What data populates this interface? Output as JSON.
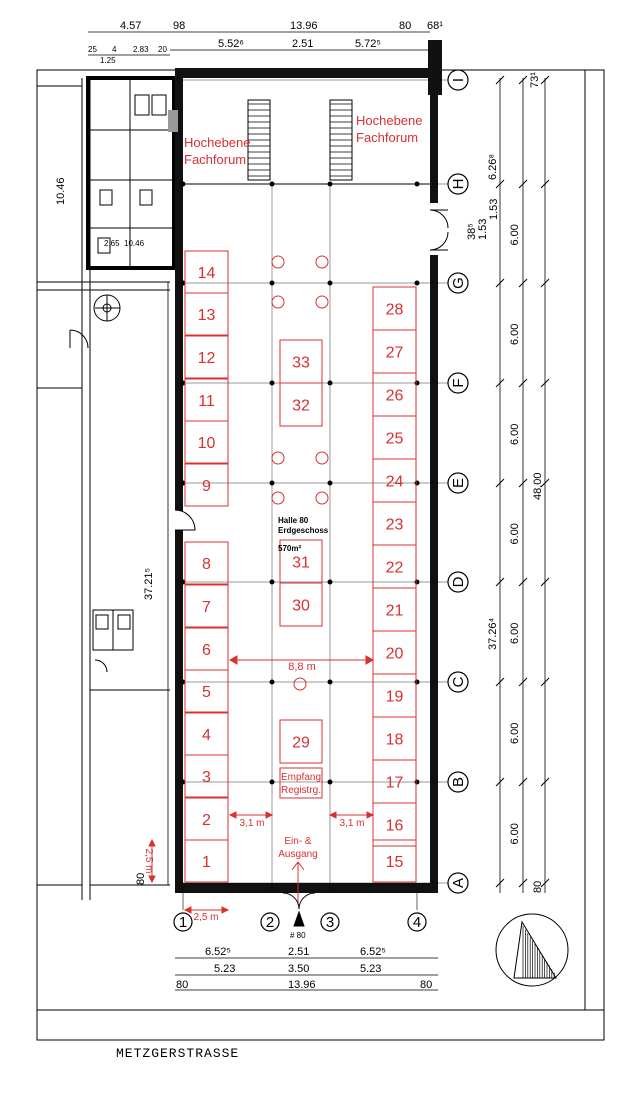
{
  "street": "METZGERSTRASSE",
  "colors": {
    "booth": "#d93030",
    "wall": "#111111",
    "line": "#000000"
  },
  "top_dims_row1": [
    "4.57",
    "98",
    "13.96",
    "80",
    "68¹"
  ],
  "top_dims_row2": [
    "5.52⁶",
    "2.51",
    "5.72⁵"
  ],
  "top_dims_small": [
    "25",
    "4",
    "2.83",
    "20",
    "1.25"
  ],
  "bottom_dims_row1": [
    "6.52⁵",
    "2.51",
    "6.52⁵"
  ],
  "bottom_dims_row2": [
    "5.23",
    "3.50",
    "5.23"
  ],
  "bottom_dims_row3": [
    "80",
    "13.96",
    "80"
  ],
  "right_dims": [
    "73¹",
    "6.26⁸",
    "38⁵",
    "1.53",
    "1.53",
    "37.26⁴",
    "48.00",
    "80"
  ],
  "right_bay_dim": "6.00",
  "left_dims": [
    "10.46",
    "37.21⁵",
    "80"
  ],
  "mezzanine_left": [
    "Hochebene",
    "Fachforum"
  ],
  "mezzanine_right": [
    "Hochebene",
    "Fachforum"
  ],
  "hall_title": [
    "Halle 80",
    "Erdgeschoss"
  ],
  "hall_area": "570m²",
  "measurements": {
    "center_span": "8,8 m",
    "aisle_left": "3,1 m",
    "aisle_right": "3,1 m",
    "booth_width": "2,5 m",
    "booth_depth": "2,5 m"
  },
  "reception": [
    "Empfang",
    "Registrg."
  ],
  "entrance": [
    "Ein- &",
    "Ausgang"
  ],
  "entrance_tag": "# 80",
  "axes_rows": [
    "I",
    "H",
    "G",
    "F",
    "E",
    "D",
    "C",
    "B",
    "A"
  ],
  "axes_cols": [
    "1",
    "2",
    "3",
    "4"
  ],
  "booths_left": [
    "14",
    "13",
    "12",
    "11",
    "10",
    "9",
    "8",
    "7",
    "6",
    "5",
    "4",
    "3",
    "2",
    "1"
  ],
  "booths_right": [
    "28",
    "27",
    "26",
    "25",
    "24",
    "23",
    "22",
    "21",
    "20",
    "19",
    "18",
    "17",
    "16",
    "15"
  ],
  "booths_center": [
    "33",
    "32",
    "31",
    "30",
    "29"
  ]
}
